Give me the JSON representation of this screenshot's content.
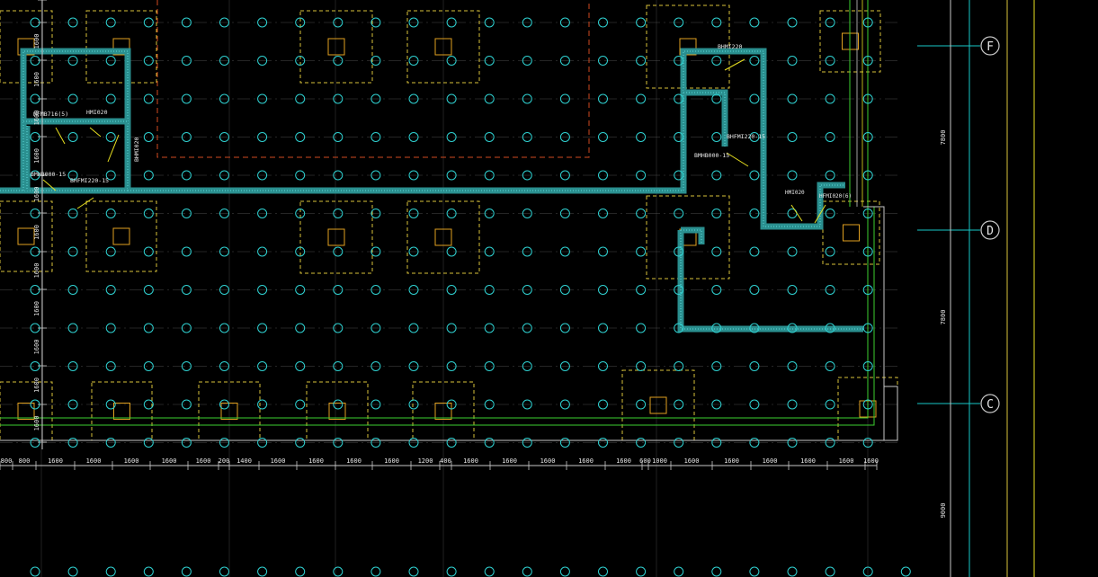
{
  "colors": {
    "background": "#000000",
    "pile_circle": "#2fd0d0",
    "wall": "#5fd9d9",
    "wall_hatch": "#2a8f8f",
    "cap_dashed": "#d9c23a",
    "cap_solid": "#e0a020",
    "grid_line": "#6a6a6a",
    "axis_line": "#18c7c7",
    "green_line": "#3cd030",
    "red_dash": "#d04a20",
    "white_line": "#c8c8c8",
    "dim_text": "#e8e8e8",
    "yellow_edge": "#e8e020"
  },
  "axes": [
    {
      "label": "F"
    },
    {
      "label": "D"
    },
    {
      "label": "C"
    }
  ],
  "door_labels": [
    {
      "text": "BHMI220"
    },
    {
      "text": "HFMB716(5)"
    },
    {
      "text": "HMI020"
    },
    {
      "text": "BHMI020"
    },
    {
      "text": "BMHB000-15"
    },
    {
      "text": "BHFMI220-15"
    },
    {
      "text": "BHFMI220-15"
    },
    {
      "text": "BMHB000-15"
    },
    {
      "text": "HMI020"
    },
    {
      "text": "HFMI020(6)"
    }
  ],
  "left_dims": [
    {
      "text": "1600"
    },
    {
      "text": "1600"
    },
    {
      "text": "1600"
    },
    {
      "text": "1600"
    },
    {
      "text": "1600"
    },
    {
      "text": "1600"
    },
    {
      "text": "1600"
    },
    {
      "text": "1600"
    },
    {
      "text": "1600"
    },
    {
      "text": "1600"
    },
    {
      "text": "1600"
    }
  ],
  "bottom_dims": [
    {
      "text": "800"
    },
    {
      "text": "800"
    },
    {
      "text": "1600"
    },
    {
      "text": "1600"
    },
    {
      "text": "1600"
    },
    {
      "text": "1600"
    },
    {
      "text": "1600"
    },
    {
      "text": "200"
    },
    {
      "text": "1400"
    },
    {
      "text": "1600"
    },
    {
      "text": "1600"
    },
    {
      "text": "1600"
    },
    {
      "text": "1600"
    },
    {
      "text": "1200"
    },
    {
      "text": "400"
    },
    {
      "text": "1600"
    },
    {
      "text": "1600"
    },
    {
      "text": "1600"
    },
    {
      "text": "1600"
    },
    {
      "text": "1600"
    },
    {
      "text": "600"
    },
    {
      "text": "1000"
    },
    {
      "text": "1600"
    },
    {
      "text": "1600"
    },
    {
      "text": "1600"
    },
    {
      "text": "1600"
    },
    {
      "text": "1600"
    },
    {
      "text": "1600"
    }
  ],
  "right_dims": [
    {
      "text": "7800"
    },
    {
      "text": "7800"
    },
    {
      "text": "9000"
    }
  ]
}
